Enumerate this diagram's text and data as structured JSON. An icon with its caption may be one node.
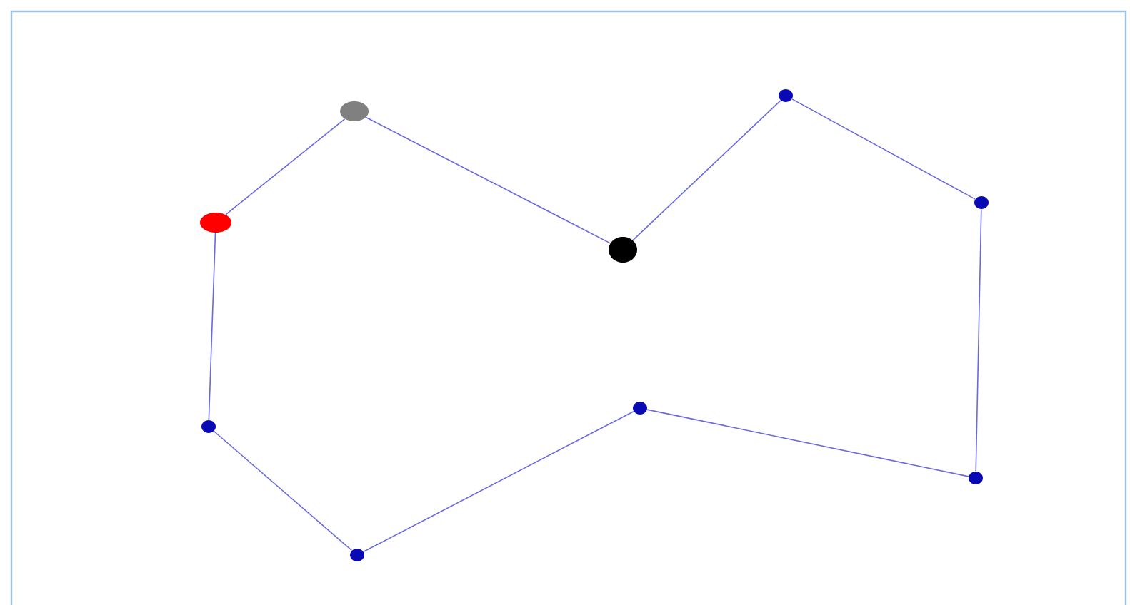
{
  "diagram": {
    "nodes": [
      {
        "text": [],
        "shape": "circle"
      },
      {
        "text": [],
        "shape": "circle"
      },
      {
        "text": [],
        "shape": "circle"
      },
      {
        "text": [],
        "shape": "circle"
      },
      {
        "text": [],
        "shape": "circle"
      },
      {
        "text": [],
        "shape": "circle"
      },
      {
        "text": [],
        "shape": "circle"
      },
      {
        "text": [],
        "shape": "circle"
      },
      {
        "text": [],
        "shape": "circle"
      }
    ],
    "edges": [
      {
        "from": 0,
        "to": 1,
        "arrow": "none"
      },
      {
        "from": 1,
        "to": 2,
        "arrow": "none"
      },
      {
        "from": 2,
        "to": 3,
        "arrow": "none"
      },
      {
        "from": 3,
        "to": 4,
        "arrow": "none"
      },
      {
        "from": 4,
        "to": 5,
        "arrow": "none"
      },
      {
        "from": 5,
        "to": 6,
        "arrow": "none"
      },
      {
        "from": 6,
        "to": 7,
        "arrow": "none"
      },
      {
        "from": 7,
        "to": 8,
        "arrow": "none"
      },
      {
        "from": 8,
        "to": 0,
        "arrow": "none"
      }
    ]
  }
}
